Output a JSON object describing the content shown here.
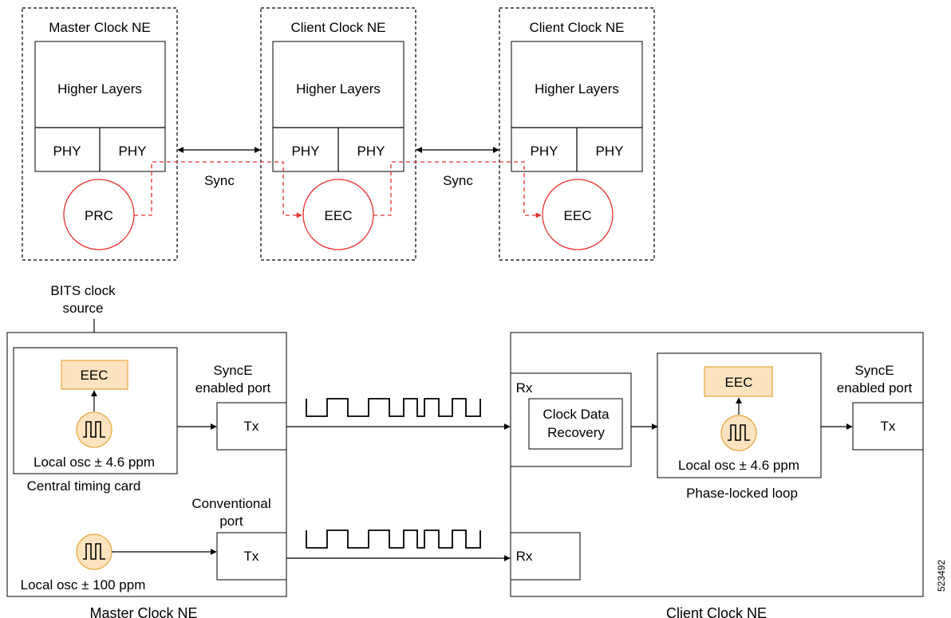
{
  "top": {
    "master_title": "Master Clock NE",
    "client1_title": "Client Clock NE",
    "client2_title": "Client Clock NE",
    "higher_layers": "Higher Layers",
    "phy": "PHY",
    "prc": "PRC",
    "eec": "EEC",
    "sync": "Sync"
  },
  "bottom": {
    "bits_line1": "BITS clock",
    "bits_line2": "source",
    "eec": "EEC",
    "local_osc_46": "Local osc ± 4.6 ppm",
    "local_osc_100": "Local osc ± 100 ppm",
    "central_timing_card": "Central timing card",
    "synce_line1": "SyncE",
    "synce_line2": "enabled port",
    "conventional_line1": "Conventional",
    "conventional_line2": "port",
    "tx": "Tx",
    "rx": "Rx",
    "cdr_line1": "Clock Data",
    "cdr_line2": "Recovery",
    "pll": "Phase-locked loop",
    "master_caption": "Master Clock NE",
    "client_caption": "Client Clock NE",
    "figure_id": "523492"
  },
  "colors": {
    "accent_red": "#e8312d",
    "eec_fill": "#fde3bf",
    "eec_stroke": "#e7a73d"
  }
}
